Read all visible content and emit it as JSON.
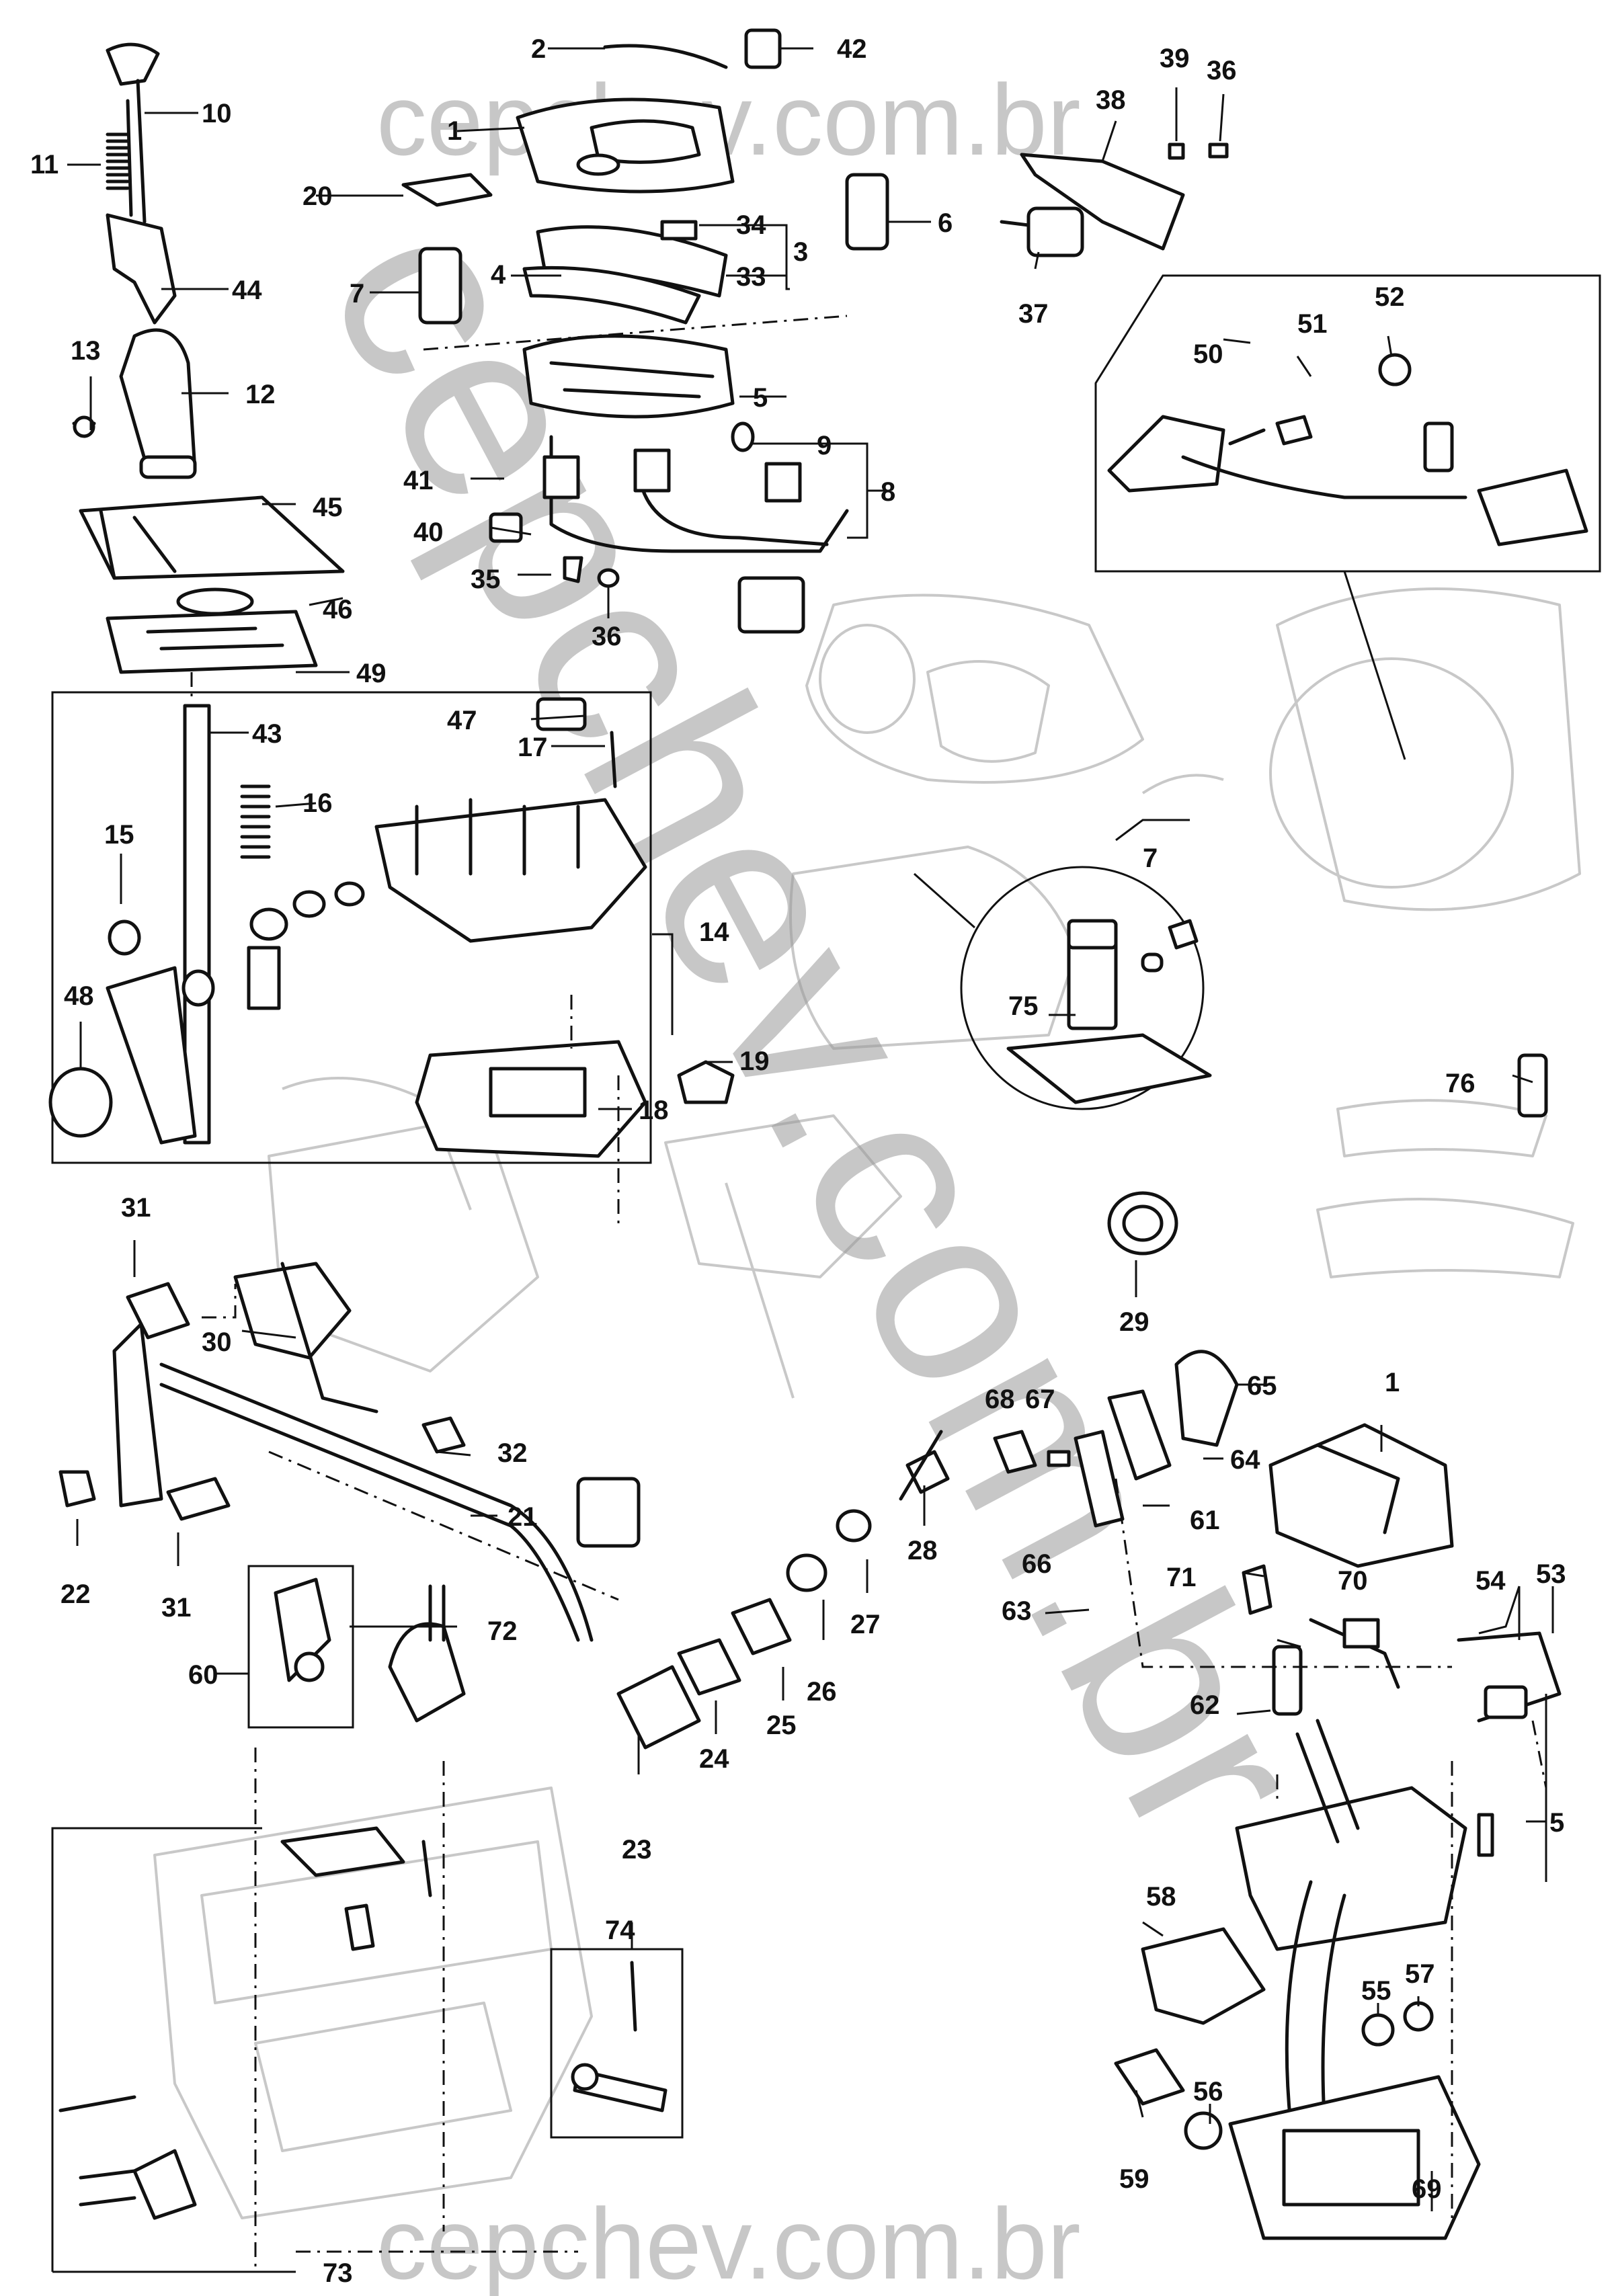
{
  "watermark": {
    "top": "cepchev.com.br",
    "bottom": "cepchev.com.br",
    "diagonal": "cepchev.com.br"
  },
  "callouts": [
    "1",
    "2",
    "3",
    "4",
    "5",
    "6",
    "7",
    "8",
    "9",
    "10",
    "11",
    "12",
    "13",
    "14",
    "15",
    "16",
    "17",
    "18",
    "19",
    "20",
    "21",
    "22",
    "23",
    "24",
    "25",
    "26",
    "27",
    "28",
    "29",
    "30",
    "31",
    "32",
    "33",
    "34",
    "35",
    "36",
    "37",
    "38",
    "39",
    "40",
    "41",
    "42",
    "43",
    "44",
    "45",
    "46",
    "47",
    "48",
    "49",
    "50",
    "51",
    "52",
    "53",
    "54",
    "55",
    "56",
    "57",
    "58",
    "59",
    "60",
    "61",
    "62",
    "63",
    "64",
    "65",
    "66",
    "67",
    "68",
    "69",
    "70",
    "71",
    "72",
    "73",
    "74",
    "75",
    "76"
  ],
  "callout_extra": [
    "1",
    "5",
    "7",
    "31",
    "36"
  ],
  "colors": {
    "line": "#111111",
    "background_art": "#c8c8c8",
    "watermark": "#9a9a9a"
  }
}
